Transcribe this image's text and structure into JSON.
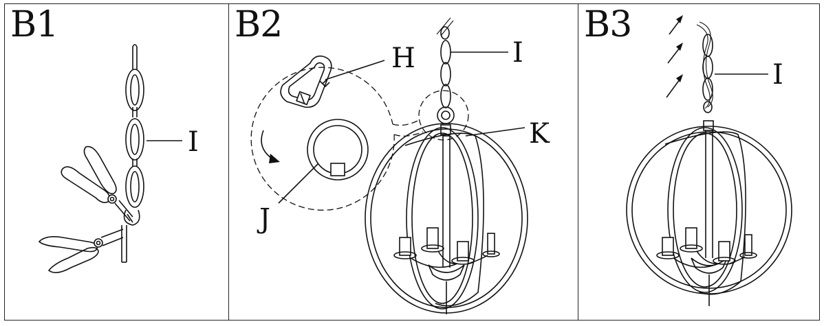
{
  "panels": [
    {
      "title": "B1",
      "labels": {
        "chain": "I"
      }
    },
    {
      "title": "B2",
      "labels": {
        "connector": "H",
        "chain": "I",
        "ring": "K",
        "loop": "J"
      }
    },
    {
      "title": "B3",
      "labels": {
        "chain": "I"
      }
    }
  ],
  "colors": {
    "line": "#111111",
    "background": "#ffffff"
  }
}
